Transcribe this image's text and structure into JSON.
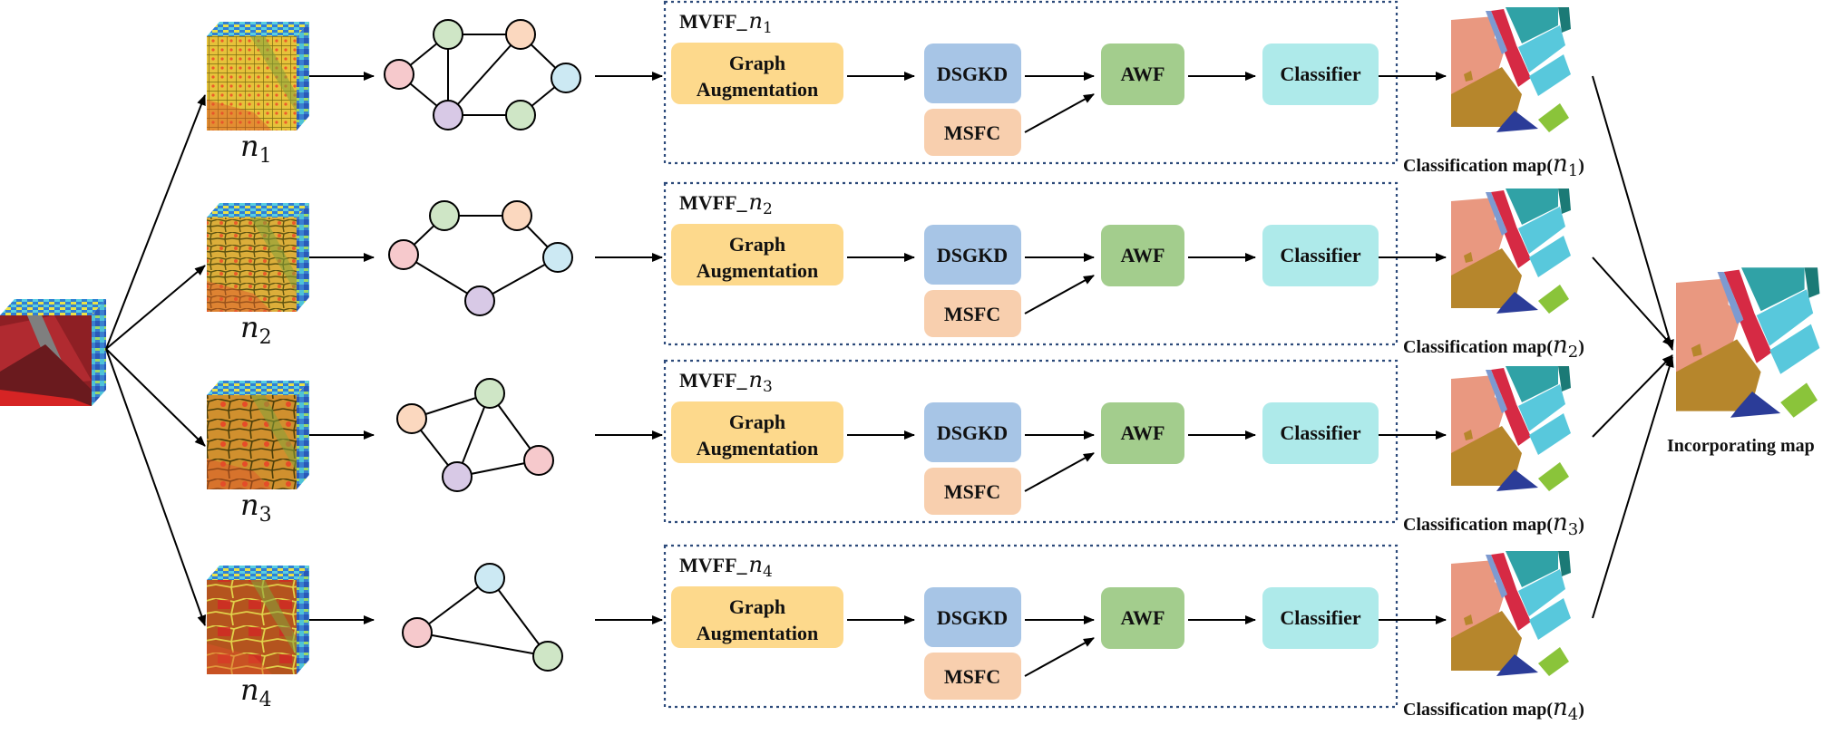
{
  "input": {
    "name": "input-hsi-cube"
  },
  "branches": [
    {
      "id": "n1",
      "cube_label": {
        "var": "n",
        "sub": "1"
      },
      "graph": {
        "nodes": [
          {
            "id": "a",
            "color": "#f6c9cc"
          },
          {
            "id": "b",
            "color": "#cfe6c6"
          },
          {
            "id": "c",
            "color": "#fbd8bf"
          },
          {
            "id": "d",
            "color": "#cce9f3"
          },
          {
            "id": "e",
            "color": "#cfe6c6"
          },
          {
            "id": "f",
            "color": "#d8c9e6"
          }
        ],
        "edges": [
          [
            "a",
            "b"
          ],
          [
            "b",
            "c"
          ],
          [
            "c",
            "d"
          ],
          [
            "d",
            "e"
          ],
          [
            "e",
            "f"
          ],
          [
            "f",
            "a"
          ],
          [
            "b",
            "f"
          ],
          [
            "f",
            "c"
          ]
        ]
      },
      "module": {
        "title": "MVFF_",
        "var": "n",
        "sub": "1"
      },
      "map_label": {
        "text": "Classification map(",
        "var": "n",
        "sub": "1",
        "close": ")"
      }
    },
    {
      "id": "n2",
      "cube_label": {
        "var": "n",
        "sub": "2"
      },
      "graph": {
        "nodes": [
          {
            "id": "a",
            "color": "#f6c9cc"
          },
          {
            "id": "b",
            "color": "#cfe6c6"
          },
          {
            "id": "c",
            "color": "#fbd8bf"
          },
          {
            "id": "d",
            "color": "#cce9f3"
          },
          {
            "id": "e",
            "color": "#d8c9e6"
          }
        ],
        "edges": [
          [
            "a",
            "b"
          ],
          [
            "b",
            "c"
          ],
          [
            "c",
            "d"
          ],
          [
            "d",
            "e"
          ],
          [
            "e",
            "a"
          ]
        ]
      },
      "module": {
        "title": "MVFF_",
        "var": "n",
        "sub": "2"
      },
      "map_label": {
        "text": "Classification map(",
        "var": "n",
        "sub": "2",
        "close": ")"
      }
    },
    {
      "id": "n3",
      "cube_label": {
        "var": "n",
        "sub": "3"
      },
      "graph": {
        "nodes": [
          {
            "id": "a",
            "color": "#fbd8bf"
          },
          {
            "id": "b",
            "color": "#cfe6c6"
          },
          {
            "id": "c",
            "color": "#f6c9cc"
          },
          {
            "id": "d",
            "color": "#d8c9e6"
          }
        ],
        "edges": [
          [
            "a",
            "b"
          ],
          [
            "b",
            "c"
          ],
          [
            "c",
            "d"
          ],
          [
            "d",
            "a"
          ],
          [
            "b",
            "d"
          ]
        ]
      },
      "module": {
        "title": "MVFF_",
        "var": "n",
        "sub": "3"
      },
      "map_label": {
        "text": "Classification map(",
        "var": "n",
        "sub": "3",
        "close": ")"
      }
    },
    {
      "id": "n4",
      "cube_label": {
        "var": "n",
        "sub": "4"
      },
      "graph": {
        "nodes": [
          {
            "id": "a",
            "color": "#cce9f3"
          },
          {
            "id": "b",
            "color": "#f6c9cc"
          },
          {
            "id": "c",
            "color": "#cfe6c6"
          }
        ],
        "edges": [
          [
            "a",
            "b"
          ],
          [
            "b",
            "c"
          ],
          [
            "c",
            "a"
          ]
        ]
      },
      "module": {
        "title": "MVFF_",
        "var": "n",
        "sub": "4"
      },
      "map_label": {
        "text": "Classification map(",
        "var": "n",
        "sub": "4",
        "close": ")"
      }
    }
  ],
  "blocks": {
    "graph_aug_line1": "Graph",
    "graph_aug_line2": "Augmentation",
    "dsgkd": "DSGKD",
    "msfc": "MSFC",
    "awf": "AWF",
    "classifier": "Classifier"
  },
  "colors": {
    "graph_aug": "#fdd98c",
    "dsgkd": "#a7c5e6",
    "msfc": "#f8cfae",
    "awf": "#a3cd8d",
    "classifier": "#aeeaea",
    "module_border": "#2c4a7a"
  },
  "output_label": "Incorporating map"
}
